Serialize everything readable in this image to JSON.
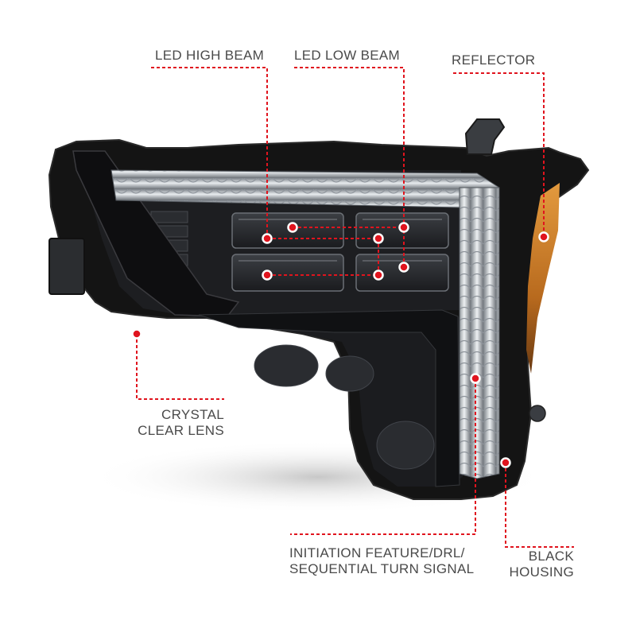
{
  "colors": {
    "background": "#ffffff",
    "label_text": "#4a4a4a",
    "callout_line": "#e0141e",
    "housing": "#141414",
    "drl_strip": "#d9dde2",
    "amber_reflector": "#c9782a"
  },
  "labels": {
    "high_beam": "LED HIGH BEAM",
    "low_beam": "LED LOW BEAM",
    "reflector": "REFLECTOR",
    "lens_line1": "CRYSTAL",
    "lens_line2": "CLEAR LENS",
    "drl_line1": "INITIATION FEATURE/DRL/",
    "drl_line2": "SEQUENTIAL TURN SIGNAL",
    "housing_line1": "BLACK",
    "housing_line2": "HOUSING"
  },
  "icons": [
    "callout-dot-icon"
  ]
}
